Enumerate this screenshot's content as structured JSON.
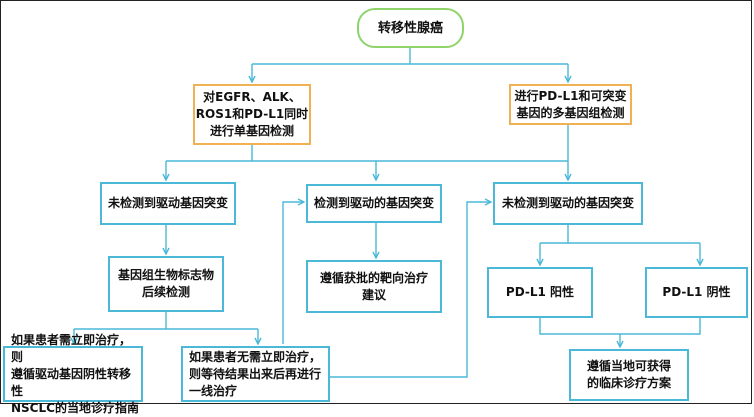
{
  "nodes": {
    "start": "转移性腺癌",
    "single_gene": "对EGFR、ALK、\nROS1和PD-L1同时\n进行单基因检测",
    "multi_gene": "进行PD-L1和可突变\n基因的多基因组检测",
    "not_detected_left": "未检测到驱动基因突变",
    "detected": "检测到驱动的基因突变",
    "not_detected_right": "未检测到驱动的基因突变",
    "biomarker": "基因组生物标志物\n后续检测",
    "targeted": "遵循获批的靶向治疗\n建议",
    "pdl1_pos": "PD-L1 阳性",
    "pdl1_neg": "PD-L1 阴性",
    "immediate": "如果患者需立即治疗，则\n遵循驱动基因阴性转移性\nNSCLC的当地诊疗指南",
    "not_immediate": "如果患者无需立即治疗，\n则等待结果出来后再进行\n一线治疗",
    "local_plan": "遵循当地可获得\n的临床诊疗方案"
  },
  "colors": {
    "arrow": "#4bb8d8",
    "blue_border": "#4bb8d8",
    "orange_border": "#f0b054",
    "green_border": "#8fd46a"
  }
}
